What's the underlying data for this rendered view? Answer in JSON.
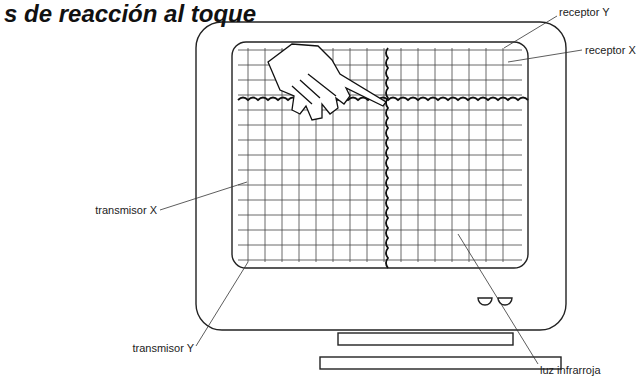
{
  "diagram": {
    "title": "s de reacción al toque",
    "labels": [
      "receptor Y",
      "receptor X",
      "transmisor X",
      "transmisor Y",
      "luz infrarroja"
    ]
  }
}
